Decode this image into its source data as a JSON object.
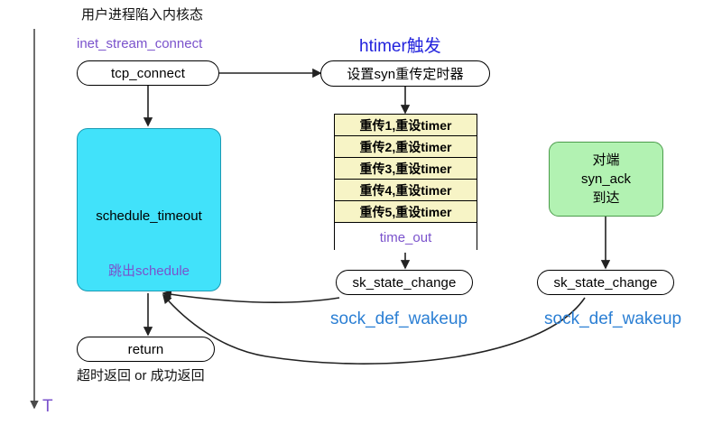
{
  "diagram": {
    "title_note": "用户进程陷入内核态",
    "time_axis_label": "T"
  },
  "labels": {
    "inet_stream_connect": "inet_stream_connect",
    "htimer_trigger": "htimer触发",
    "jump_out_schedule": "跳出schedule",
    "timeout_or_success": "超时返回 or 成功返回",
    "sock_def_wakeup_left": "sock_def_wakeup",
    "sock_def_wakeup_right": "sock_def_wakeup"
  },
  "nodes": {
    "tcp_connect": "tcp_connect",
    "set_syn_retrans_timer": "设置syn重传定时器",
    "schedule_timeout": "schedule_timeout",
    "peer_syn_ack_arrive": "对端\nsyn_ack\n到达",
    "peer_syn_ack_lines": [
      "对端",
      "syn_ack",
      "到达"
    ],
    "sk_state_change_left": "sk_state_change",
    "sk_state_change_right": "sk_state_change",
    "return": "return"
  },
  "retransmit_table": {
    "rows": [
      "重传1,重设timer",
      "重传2,重设timer",
      "重传3,重设timer",
      "重传4,重设timer",
      "重传5,重设timer"
    ],
    "final_row": "time_out"
  },
  "colors": {
    "cyan_block": "#41e2fa",
    "green_block": "#b2f2b2",
    "yellow_row": "#f7f4c6",
    "purple_text": "#7a52cc",
    "blue_text": "#2222dd",
    "wakeup_blue": "#2b7fd4",
    "stroke": "#000000"
  }
}
